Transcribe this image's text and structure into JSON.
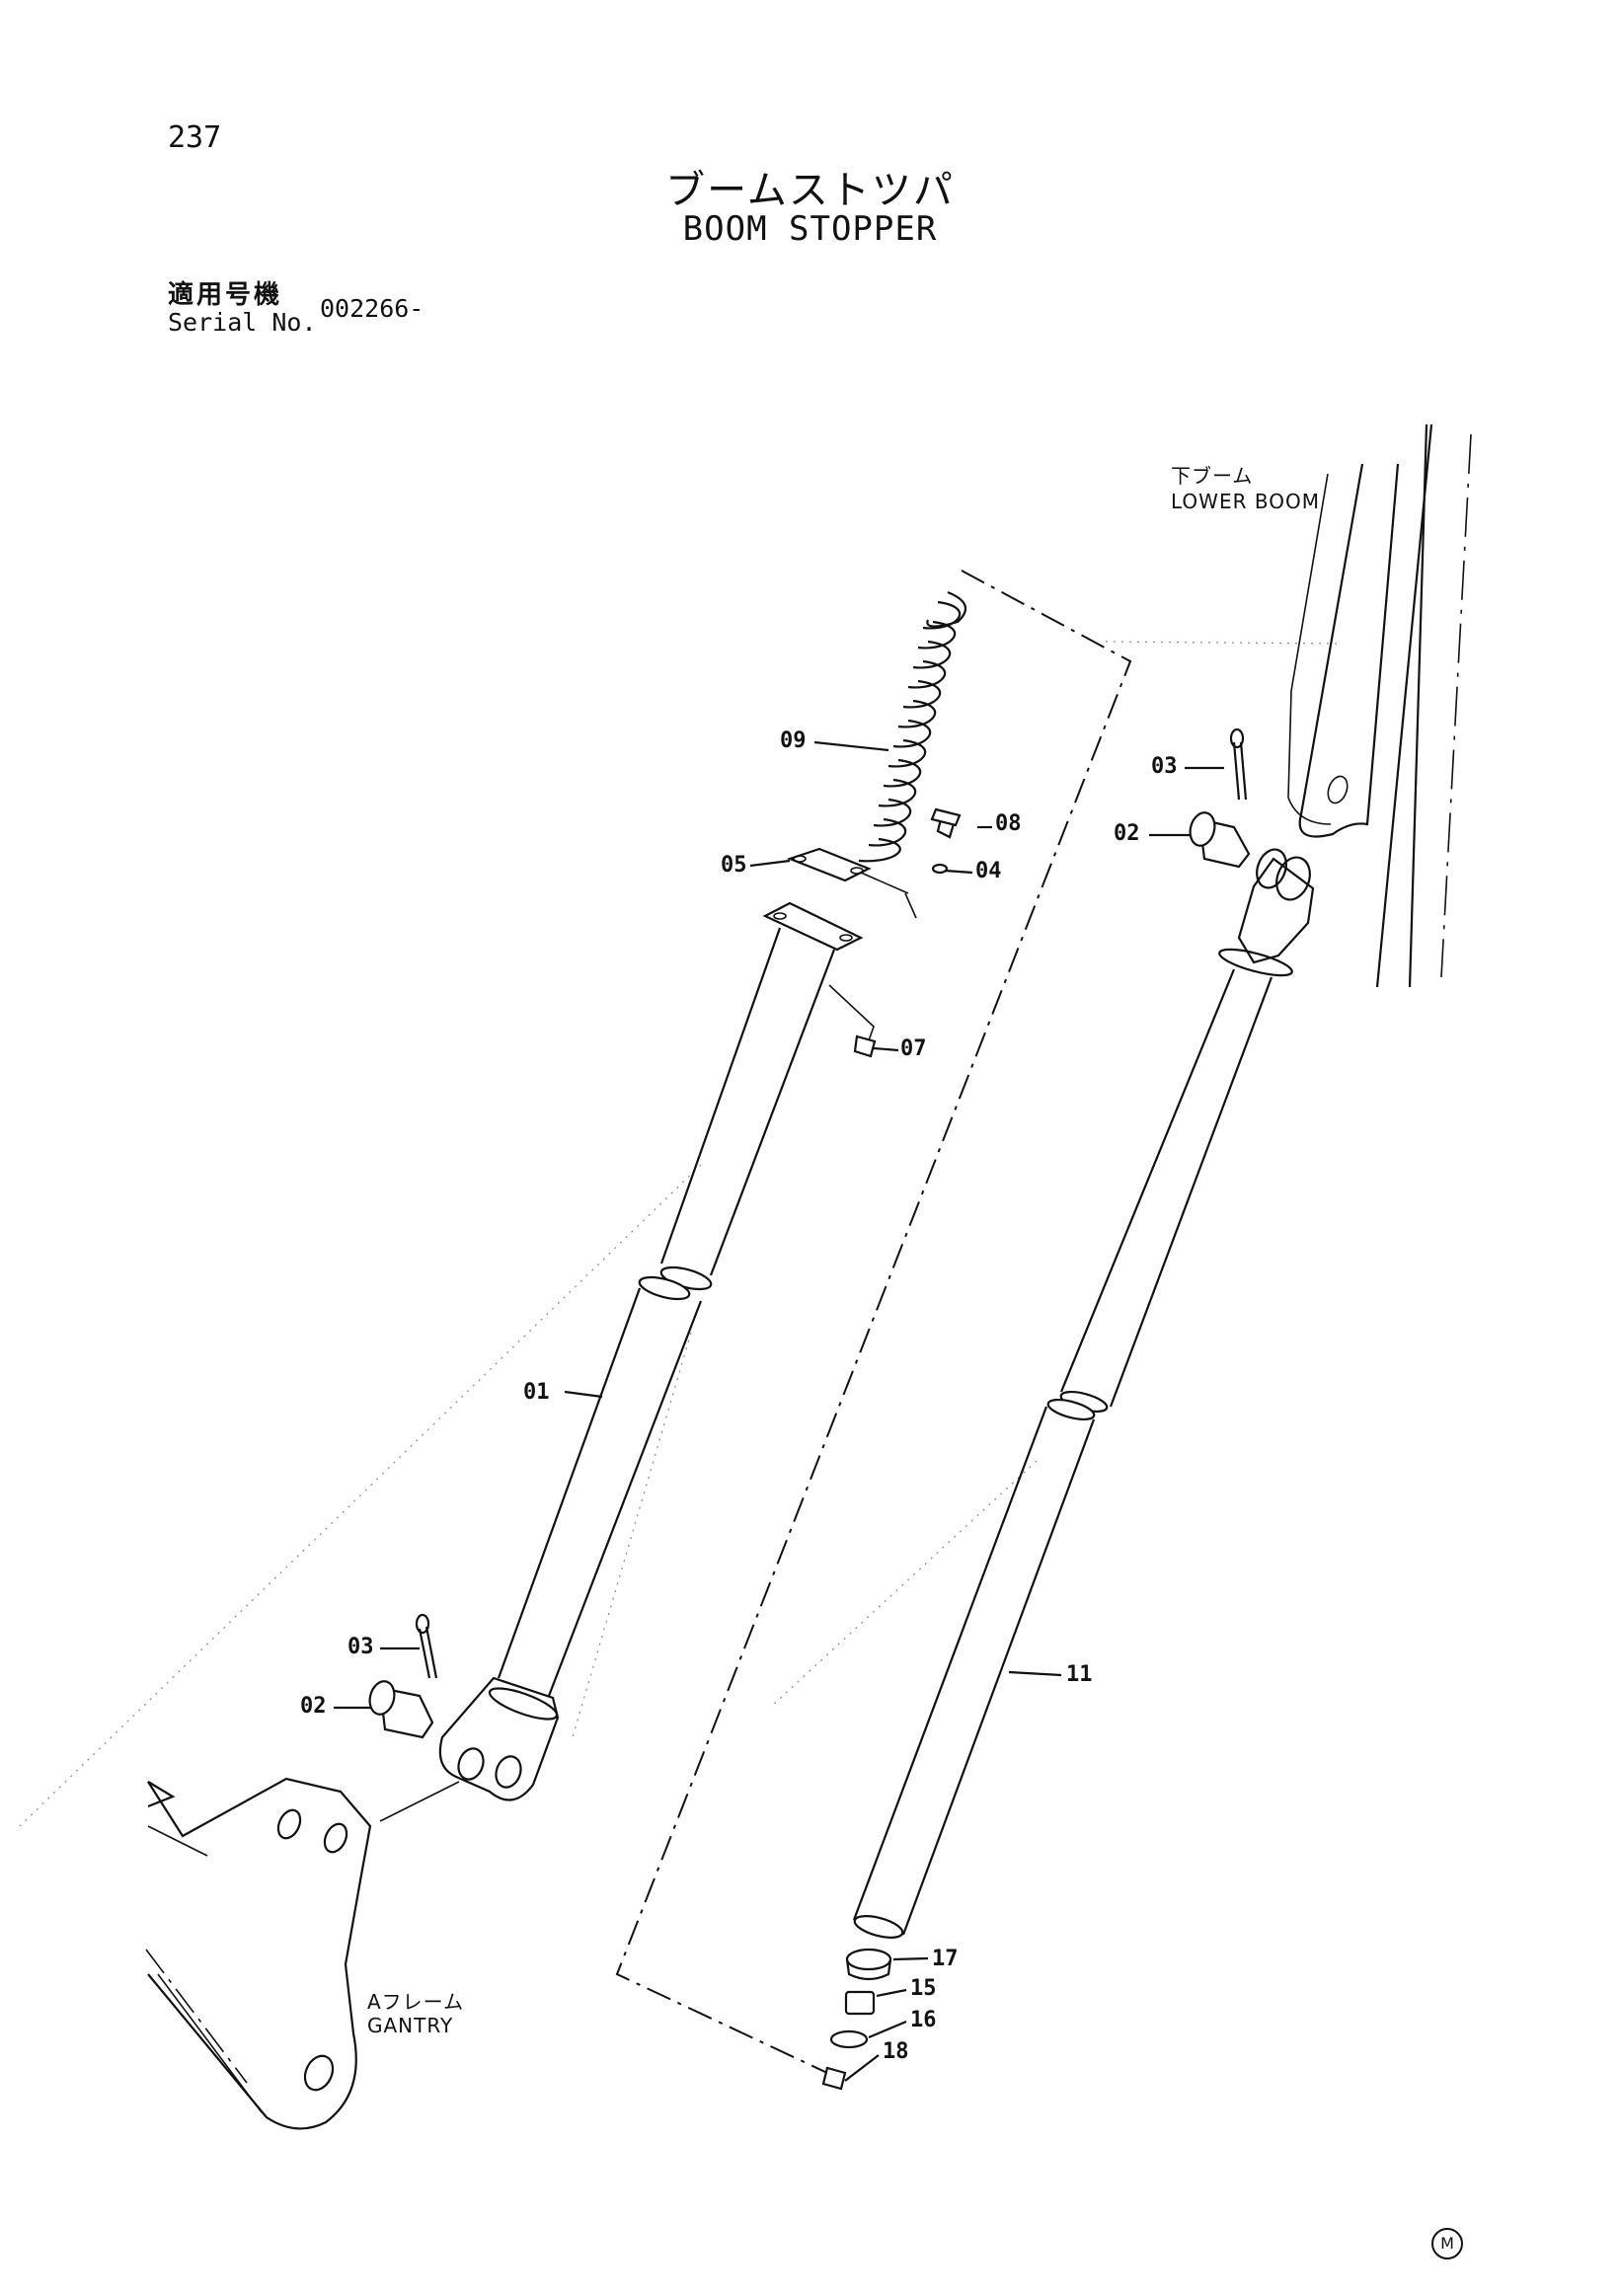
{
  "header": {
    "page_number": "237",
    "title_jp": "ブームストツパ",
    "title_en": "BOOM STOPPER",
    "serial_label_jp": "適用号機",
    "serial_label_en": "Serial No.",
    "serial_value": "002266-"
  },
  "areas": {
    "lower_boom_jp": "下ブーム",
    "lower_boom_en": "LOWER BOOM",
    "gantry_jp": "Aフレーム",
    "gantry_en": "GANTRY"
  },
  "callouts": {
    "c09": "09",
    "c08": "08",
    "c05": "05",
    "c04": "04",
    "c07": "07",
    "c01": "01",
    "c03_left": "03",
    "c02_left": "02",
    "c03_right": "03",
    "c02_right": "02",
    "c11": "11",
    "c17": "17",
    "c15": "15",
    "c16": "16",
    "c18": "18"
  },
  "footer": {
    "mark": "M"
  }
}
